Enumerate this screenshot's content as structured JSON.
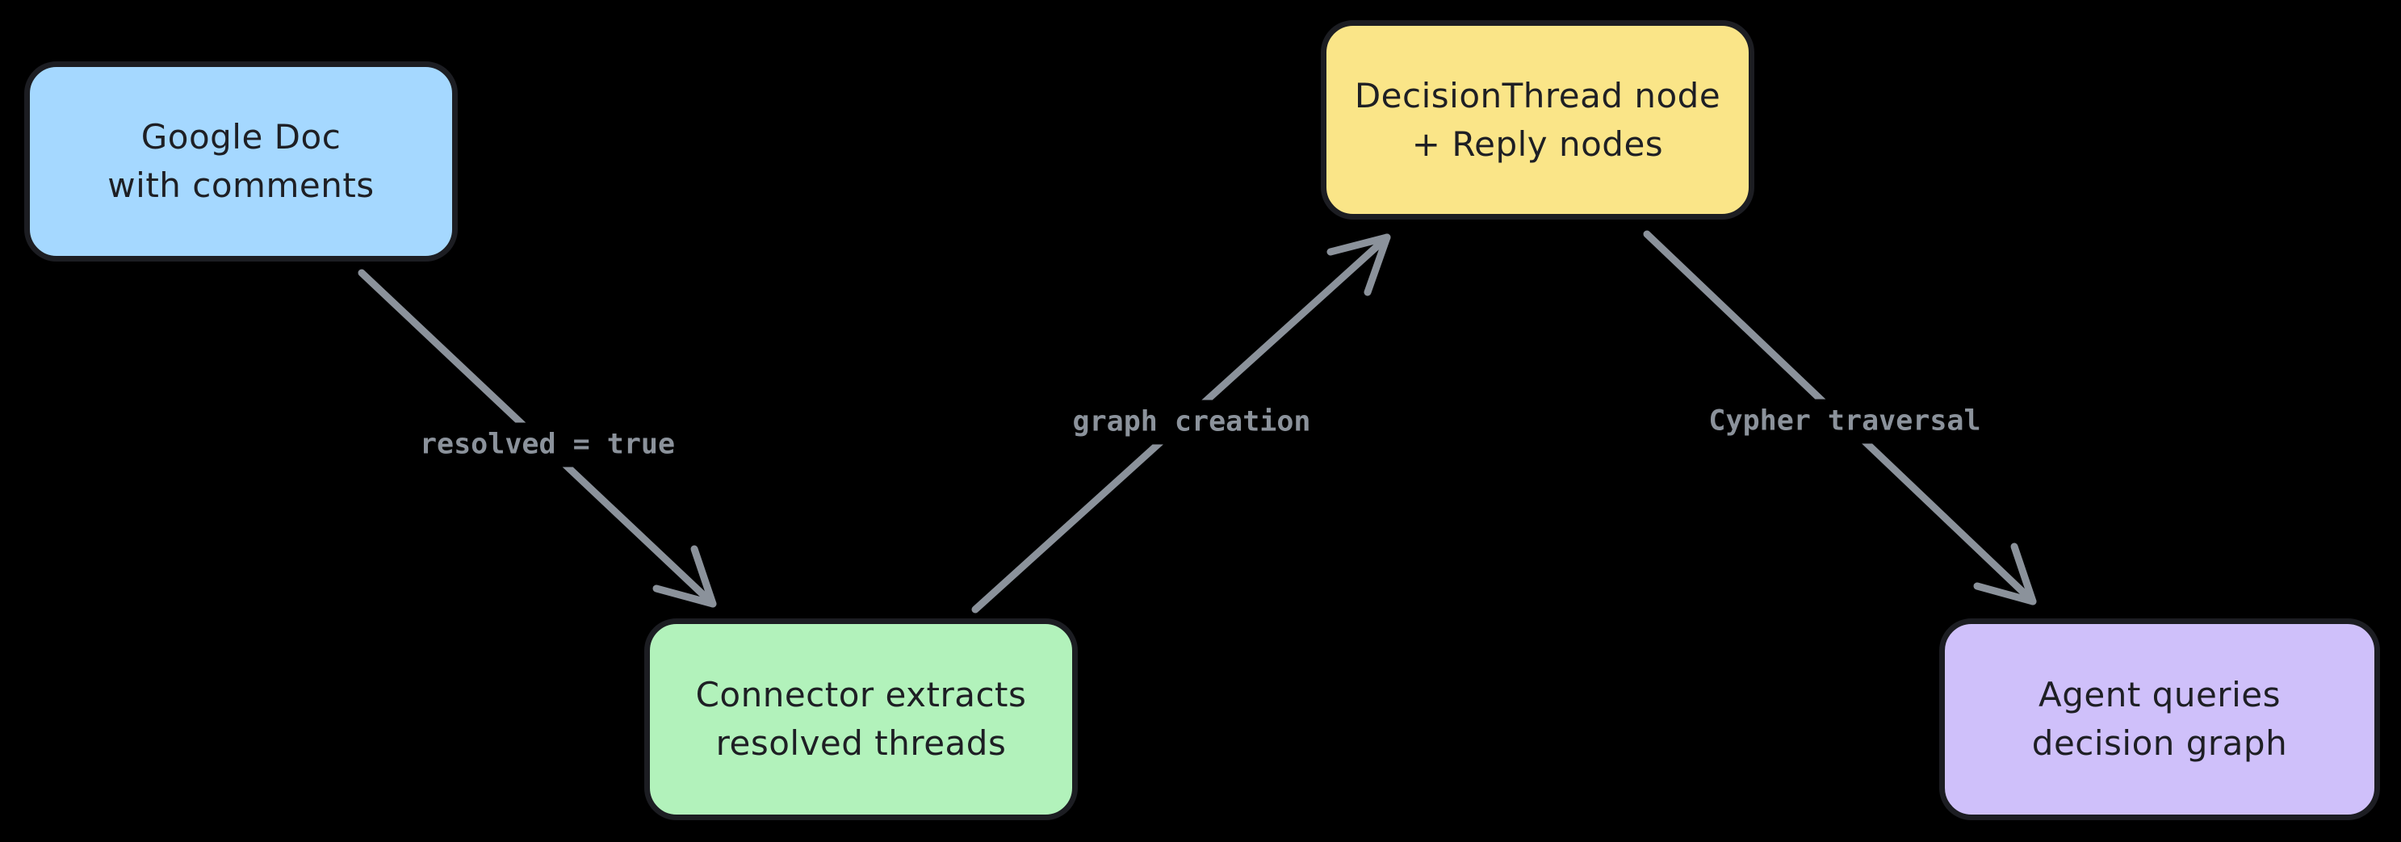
{
  "page": {
    "background": "#000000"
  },
  "diagram": {
    "type": "flowchart",
    "direction": "zigzag-left-to-right",
    "nodes": [
      {
        "id": "google-doc",
        "line1": "Google Doc",
        "line2": "with comments",
        "fill": "#a5d8ff"
      },
      {
        "id": "connector-extracts",
        "line1": "Connector extracts",
        "line2": "resolved threads",
        "fill": "#b2f2bb"
      },
      {
        "id": "decisionthread",
        "line1": "DecisionThread node",
        "line2": "+ Reply nodes",
        "fill": "#fae588"
      },
      {
        "id": "agent-queries",
        "line1": "Agent queries",
        "line2": "decision graph",
        "fill": "#cfc0fa"
      }
    ],
    "edges": [
      {
        "from": "google-doc",
        "to": "connector-extracts",
        "label": "resolved = true"
      },
      {
        "from": "connector-extracts",
        "to": "decisionthread",
        "label": "graph creation"
      },
      {
        "from": "decisionthread",
        "to": "agent-queries",
        "label": "Cypher traversal"
      }
    ],
    "colors": {
      "arrow": "#8b929b",
      "edge_label_text": "#8b929b",
      "node_border": "#1c1d22",
      "node_text": "#1e1f24"
    }
  }
}
